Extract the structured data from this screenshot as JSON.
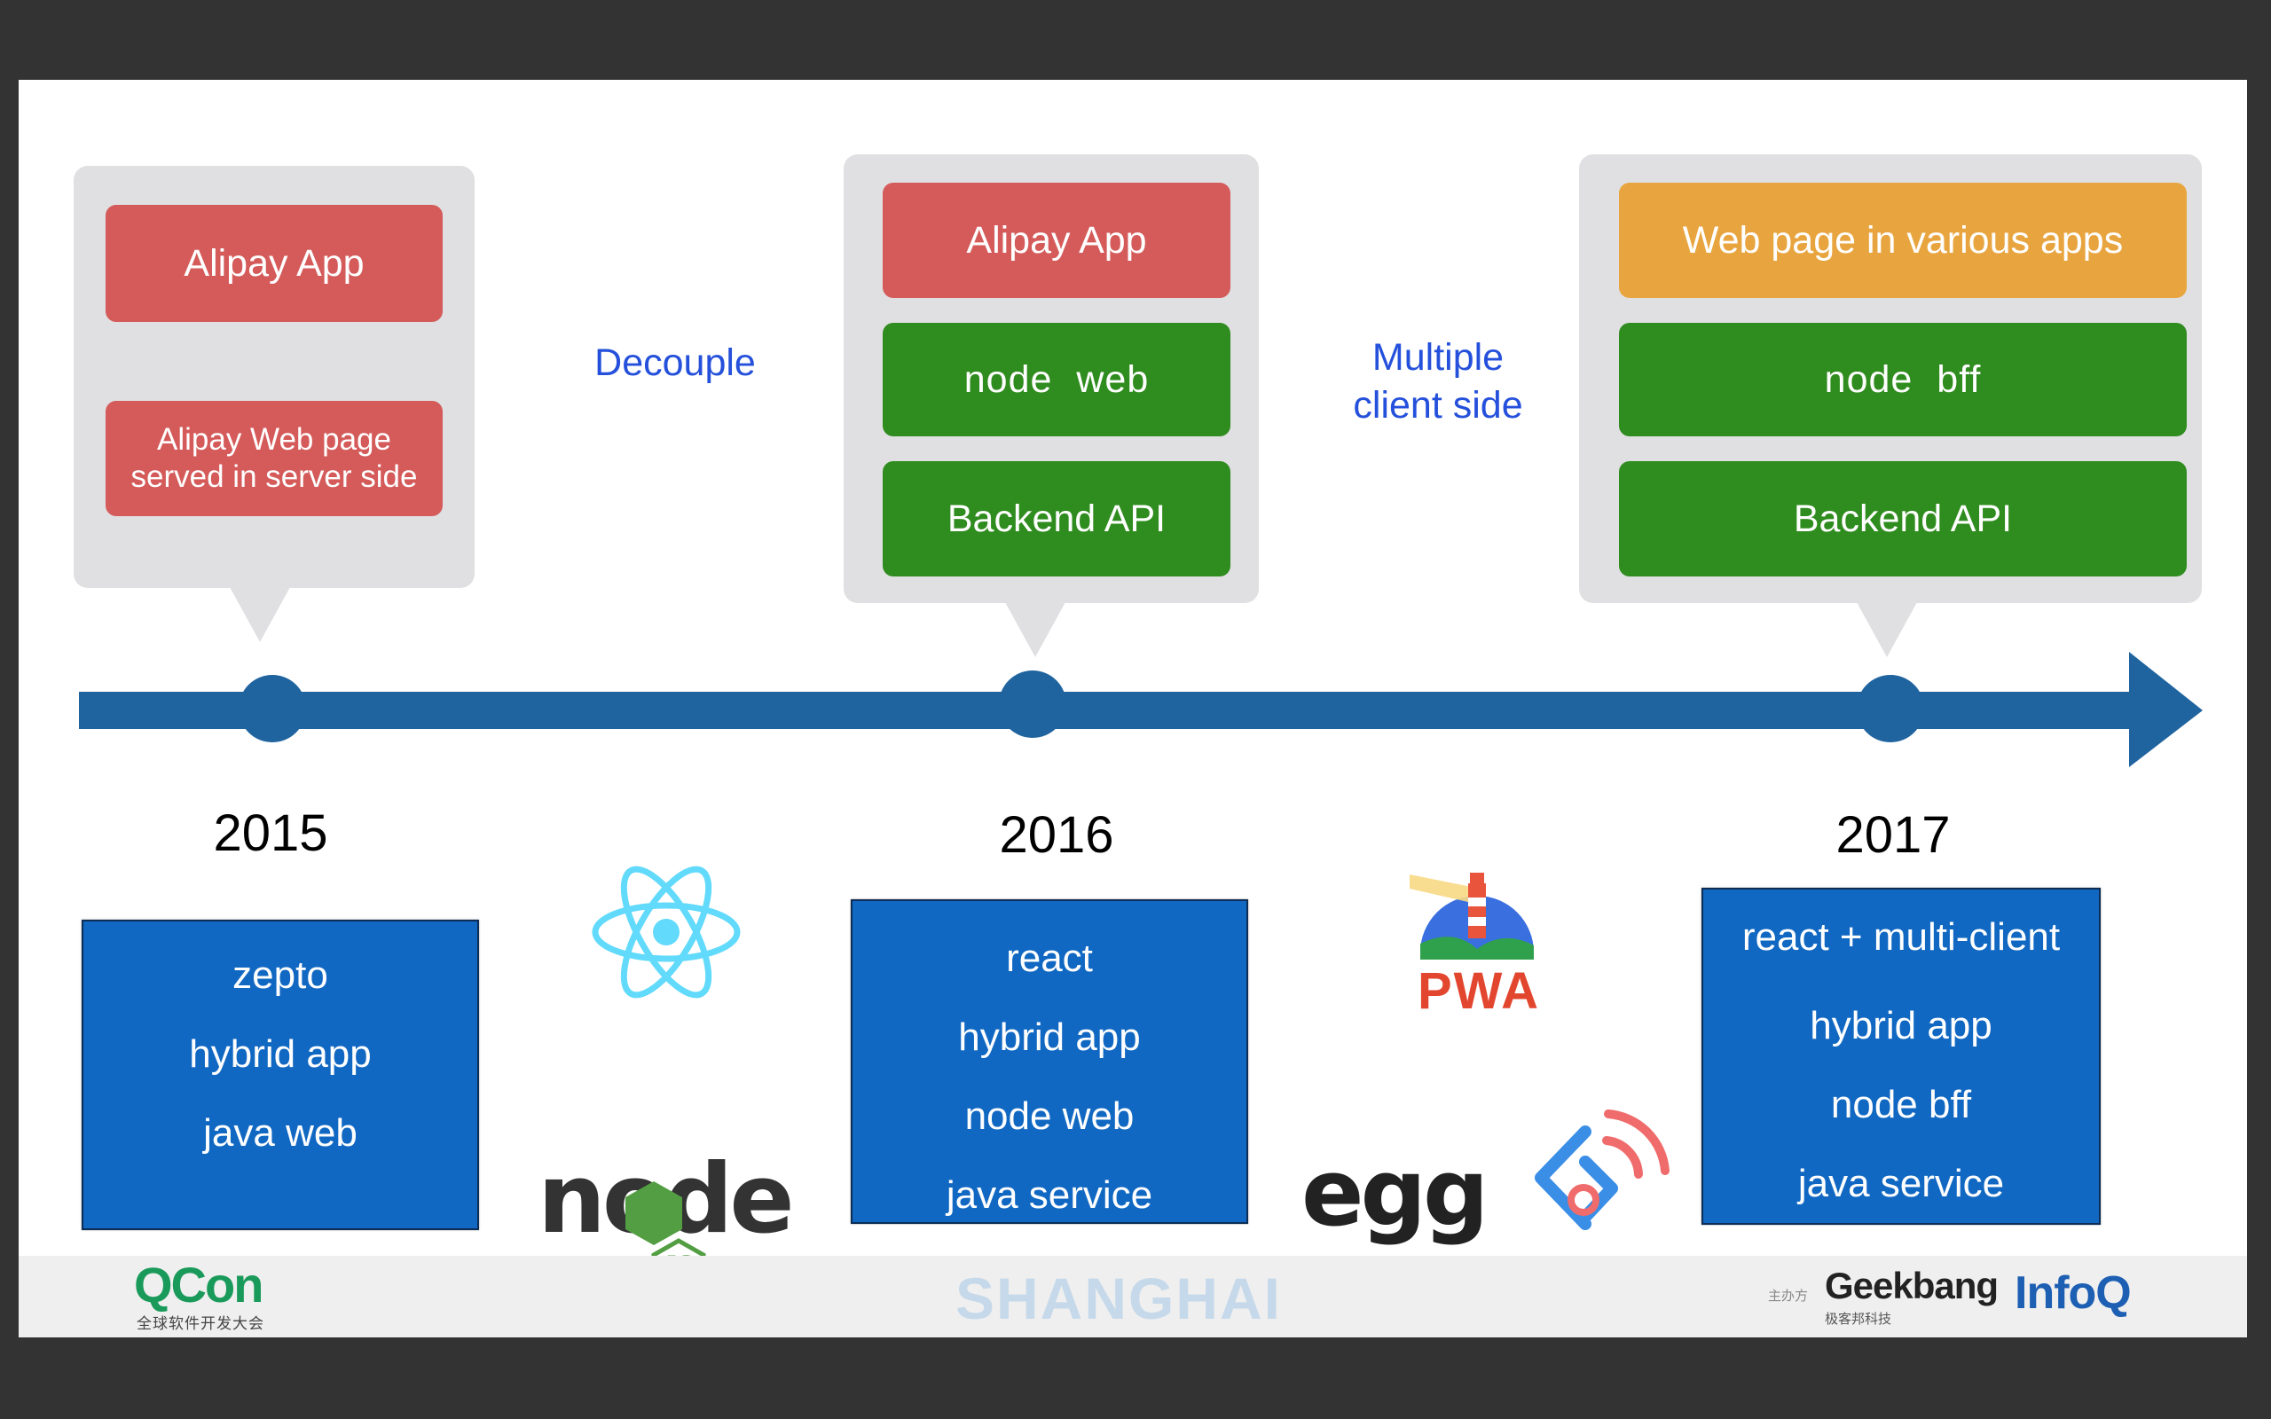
{
  "timeline": {
    "stage_2015": {
      "year": "2015",
      "boxes": [
        "Alipay App",
        "Alipay Web page",
        "served in server side"
      ],
      "stack": [
        "zepto",
        "hybrid app",
        "java web"
      ]
    },
    "transition_1": {
      "label": "Decouple"
    },
    "stage_2016": {
      "year": "2016",
      "boxes": [
        "Alipay App",
        "node  web",
        "Backend API"
      ],
      "stack": [
        "react",
        "hybrid app",
        "node web",
        "java service"
      ]
    },
    "transition_2": {
      "label_line1": "Multiple",
      "label_line2": "client side"
    },
    "stage_2017": {
      "year": "2017",
      "boxes": [
        "Web page in various apps",
        "node  bff",
        "Backend API"
      ],
      "stack": [
        "react + multi-client",
        "hybrid app",
        "node bff",
        "java service"
      ]
    }
  },
  "logos": {
    "react": "react-logo-icon",
    "node": "node",
    "node_js": "JS",
    "pwa": "PWA",
    "egg": "egg",
    "ant": "ant-design-mobile-icon"
  },
  "footer": {
    "qcon": "QCon",
    "qcon_sub": "全球软件开发大会",
    "city": "SHANGHAI",
    "sponsor_label": "主办方",
    "geekbang": "Geekbang",
    "geekbang_sub": "极客邦科技",
    "infoq": "InfoQ"
  },
  "colors": {
    "timeline": "#20649f",
    "red_box": "#d45b5a",
    "green_box": "#2f8c1e",
    "orange_box": "#e8a53f",
    "stack_box": "#1168c2",
    "transition_text": "#2450db"
  }
}
